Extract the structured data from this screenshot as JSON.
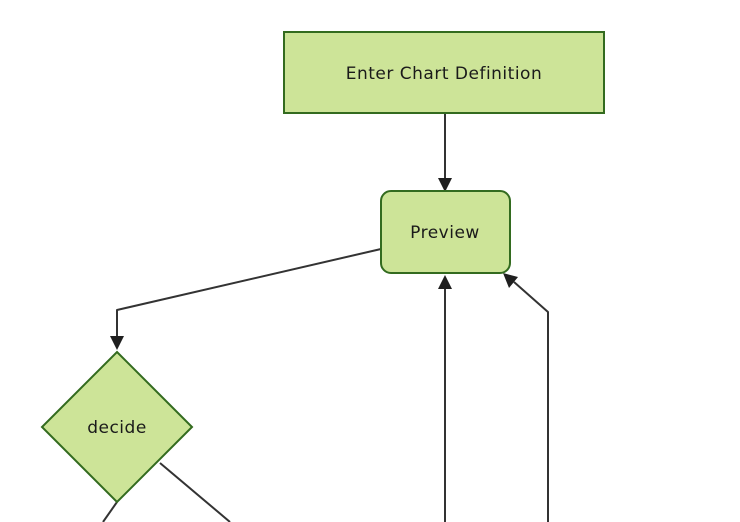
{
  "diagram": {
    "type": "flowchart",
    "direction": "top-down",
    "background": "#ffffff",
    "colors": {
      "node_fill": "#cde498",
      "node_border": "#336b1f",
      "edge_line": "#333333",
      "arrowhead": "#1f1f1f",
      "label_text": "#1a1a1a"
    },
    "nodes": {
      "enter": {
        "label": "Enter Chart Definition",
        "shape": "rectangle"
      },
      "preview": {
        "label": "Preview",
        "shape": "rounded-rectangle"
      },
      "decide": {
        "label": "decide",
        "shape": "diamond"
      }
    },
    "edges": [
      {
        "name": "enter-to-preview",
        "from": "enter",
        "to": "preview",
        "arrow": true
      },
      {
        "name": "preview-to-decide",
        "from": "preview",
        "to": "decide",
        "arrow": true
      },
      {
        "name": "offscreen-bottom-to-preview-mid",
        "from": "offscreen-bottom",
        "to": "preview",
        "arrow": true
      },
      {
        "name": "offscreen-bottom-to-preview-right",
        "from": "offscreen-bottom",
        "to": "preview",
        "arrow": true
      },
      {
        "name": "decide-to-offscreen-bottom-left",
        "from": "decide",
        "to": "offscreen-bottom",
        "arrow": false
      },
      {
        "name": "decide-to-offscreen-bottom-right",
        "from": "decide",
        "to": "offscreen-bottom",
        "arrow": false
      }
    ]
  }
}
